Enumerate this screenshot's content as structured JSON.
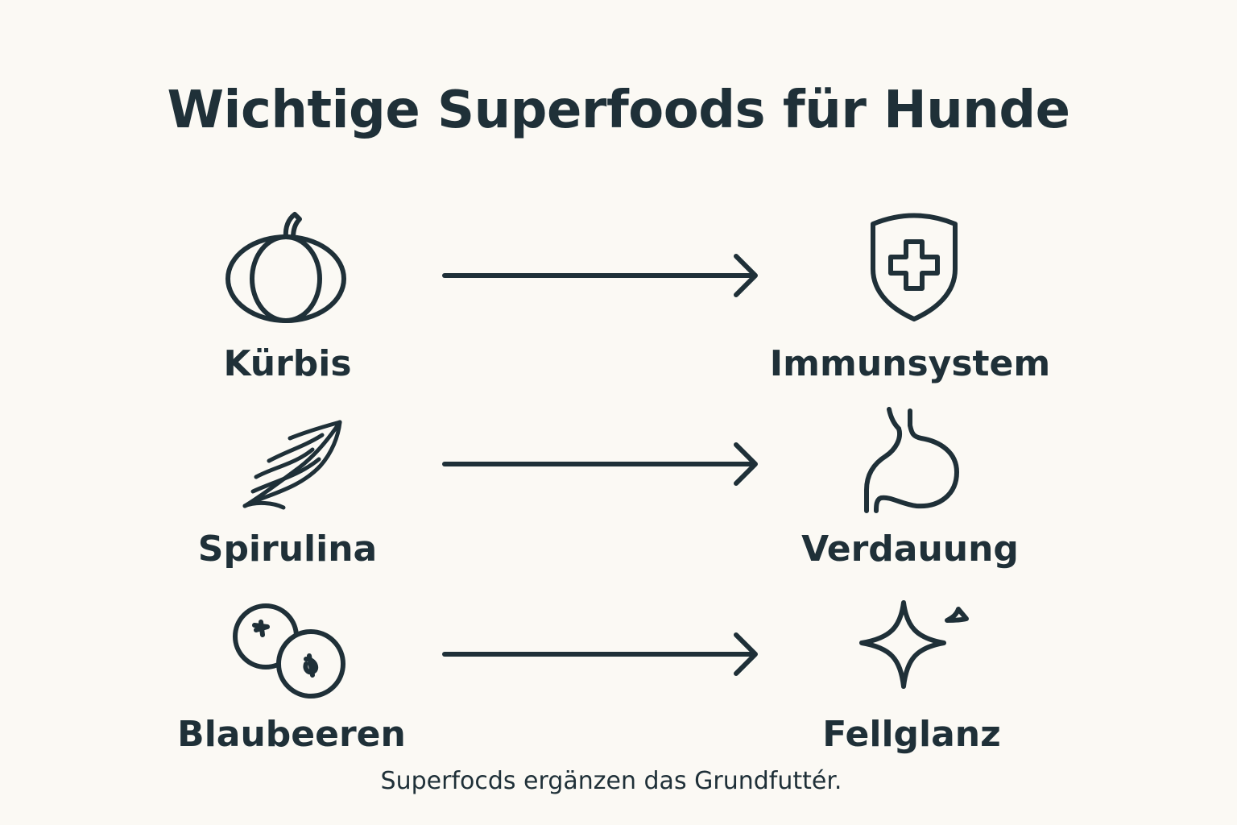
{
  "colors": {
    "background": "#fbf9f4",
    "ink": "#1f3038"
  },
  "title": "Wichtige Superfoods für Hunde",
  "rows": [
    {
      "food": {
        "label": "Kürbis",
        "icon": "pumpkin-icon"
      },
      "arrow": "arrow-right-icon",
      "benefit": {
        "label": "Immunsystem",
        "icon": "shield-cross-icon"
      }
    },
    {
      "food": {
        "label": "Spirulina",
        "icon": "spirulina-icon"
      },
      "arrow": "arrow-right-icon",
      "benefit": {
        "label": "Verdauung",
        "icon": "stomach-icon"
      }
    },
    {
      "food": {
        "label": "Blaubeeren",
        "icon": "blueberries-icon"
      },
      "arrow": "arrow-right-icon",
      "benefit": {
        "label": "Fellglanz",
        "icon": "sparkle-icon"
      }
    }
  ],
  "caption": "Superfocds ergänzen das Grundfuttér."
}
